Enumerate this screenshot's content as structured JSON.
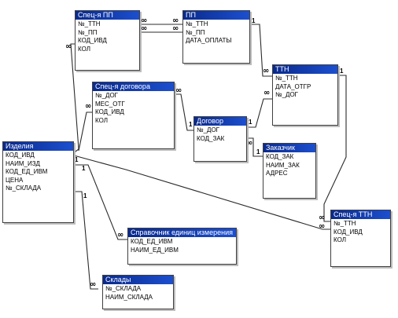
{
  "tables": {
    "spec_pp": {
      "title": "Спец-я ПП",
      "fields": [
        "№_ТТН",
        "№_ПП",
        "КОД_ИВД",
        "КОЛ"
      ]
    },
    "pp": {
      "title": "ПП",
      "fields": [
        "№_ТТН",
        "№_ПП",
        "ДАТА_ОПЛАТЫ"
      ]
    },
    "ttn": {
      "title": "ТТН",
      "fields": [
        "№_ТТН",
        "ДАТА_ОТГР",
        "№_ДОГ"
      ]
    },
    "spec_dog": {
      "title": "Спец-я договора",
      "fields": [
        "№_ДОГ",
        "МЕС_ОТГ",
        "КОД_ИВД",
        "КОЛ"
      ]
    },
    "dogovor": {
      "title": "Договор",
      "fields": [
        "№_ДОГ",
        "КОД_ЗАК"
      ]
    },
    "zakazchik": {
      "title": "Заказчик",
      "fields": [
        "КОД_ЗАК",
        "НАИМ_ЗАК",
        "АДРЕС"
      ]
    },
    "izdeliya": {
      "title": "Изделия",
      "fields": [
        "КОД_ИВД",
        "НАИМ_ИЗД",
        "КОД_ЕД_ИВМ",
        "ЦЕНА",
        "№_СКЛАДА"
      ]
    },
    "spr_ed": {
      "title": "Справочник единиц измерения",
      "fields": [
        "КОД_ЕД_ИВМ",
        "НАИМ_ЕД_ИВМ"
      ]
    },
    "spec_ttn": {
      "title": "Спец-я ТТН",
      "fields": [
        "№_ТТН",
        "КОД_ИВД",
        "КОЛ"
      ]
    },
    "sklady": {
      "title": "Склады",
      "fields": [
        "№_СКЛАДА",
        "НАИМ_СКЛАДА"
      ]
    }
  },
  "cardinality": {
    "one": "1",
    "many": "∞"
  }
}
